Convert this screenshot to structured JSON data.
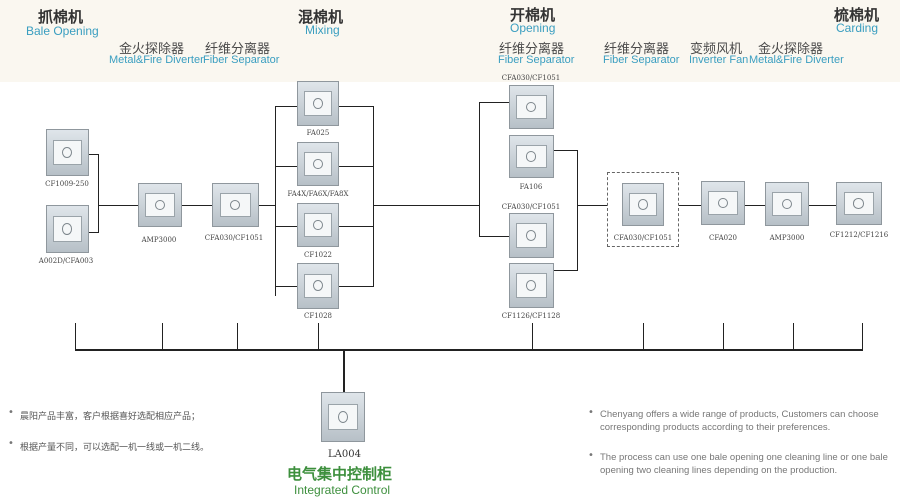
{
  "sections": {
    "bale_opening": {
      "zh": "抓棉机",
      "en": "Bale Opening"
    },
    "mixing": {
      "zh": "混棉机",
      "en": "Mixing"
    },
    "opening": {
      "zh": "开棉机",
      "en": "Opening"
    },
    "carding": {
      "zh": "梳棉机",
      "en": "Carding"
    }
  },
  "subheaders": {
    "metal_fire_1": {
      "zh": "金火探除器",
      "en": "Metal&Fire Diverter"
    },
    "fiber_sep_1": {
      "zh": "纤维分离器",
      "en": "Fiber Separator"
    },
    "fiber_sep_2": {
      "zh": "纤维分离器",
      "en": "Fiber Separator"
    },
    "fiber_sep_3": {
      "zh": "纤维分离器",
      "en": "Fiber Separator"
    },
    "inverter_fan": {
      "zh": "变频风机",
      "en": "Inverter Fan"
    },
    "metal_fire_2": {
      "zh": "金火探除器",
      "en": "Metal&Fire Diverter"
    }
  },
  "machines": {
    "cf1009": "CF1009-250",
    "a002d": "A002D/CFA003",
    "amp3000_1": "AMP3000",
    "cfa030_1": "CFA030/CF1051",
    "fa025": "FA025",
    "fa4x": "FA4X/FA6X/FA8X",
    "cf1022": "CF1022",
    "cf1028": "CF1028",
    "cfa030_top": "CFA030/CF1051",
    "fa106": "FA106",
    "cfa030_mid": "CFA030/CF1051",
    "cf1126": "CF1126/CF1128",
    "cfa030_dash": "CFA030/CF1051",
    "cfa020": "CFA020",
    "amp3000_2": "AMP3000",
    "cf1212": "CF1212/CF1216"
  },
  "control": {
    "model": "LA004",
    "zh": "电气集中控制柜",
    "en": "Integrated Control"
  },
  "notes_zh": [
    "晨阳产品丰富，客户根据喜好选配相应产品；",
    "根据产量不同，可以选配一机一线或一机二线。"
  ],
  "notes_en": [
    "Chenyang offers a wide range of products, Customers can choose corresponding products according to their preferences.",
    "The process can use one bale opening one cleaning line or one bale opening two cleaning lines depending on the production."
  ],
  "colors": {
    "accent_en": "#3a9ec0",
    "control_green": "#3d8f3d"
  }
}
